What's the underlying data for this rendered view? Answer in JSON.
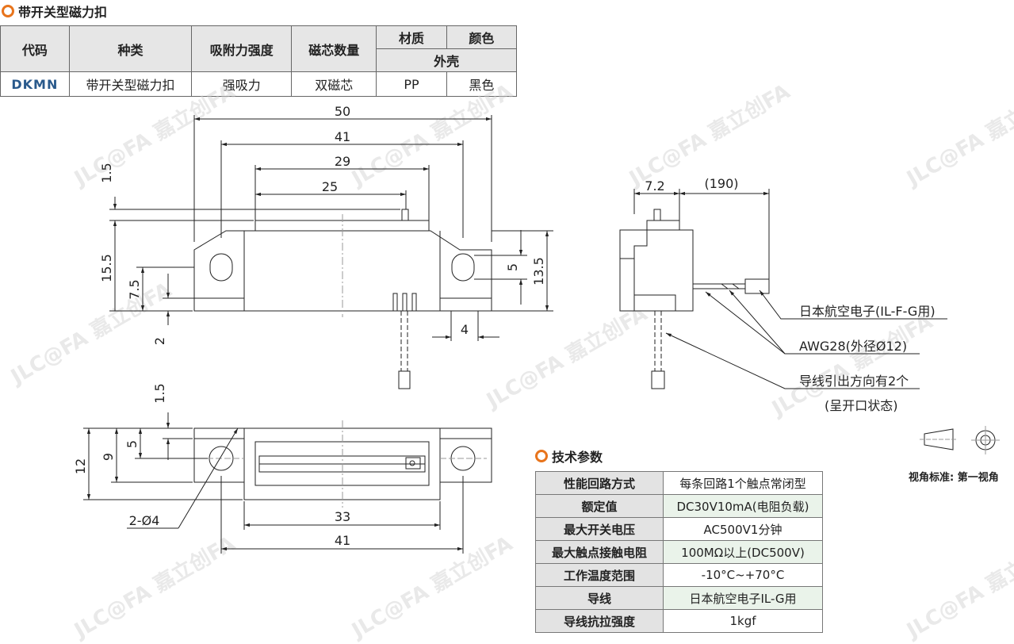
{
  "title": "带开关型磁力扣",
  "spec_table": {
    "headers": {
      "code": "代码",
      "kind": "种类",
      "force": "吸附力强度",
      "cores": "磁芯数量",
      "material": "材质",
      "color": "颜色",
      "shell": "外壳"
    },
    "row": {
      "code": "DKMN",
      "kind": "带开关型磁力扣",
      "force": "强吸力",
      "cores": "双磁芯",
      "material": "PP",
      "color": "黑色"
    }
  },
  "dims_front": {
    "d50": "50",
    "d41": "41",
    "d29": "29",
    "d25": "25",
    "d1_5": "1.5",
    "d15_5": "15.5",
    "d7_5": "7.5",
    "d2": "2",
    "d5": "5",
    "d13_5": "13.5",
    "d4": "4"
  },
  "dims_top": {
    "d1_5": "1.5",
    "d5": "5",
    "d9": "9",
    "d12": "12",
    "hole": "2-Ø4",
    "d33": "33",
    "d41": "41"
  },
  "dims_side": {
    "d7_2": "7.2",
    "d190": "(190)"
  },
  "callouts": {
    "connector": "日本航空电子(IL-F-G用)",
    "wire": "AWG28(外径Ø12)",
    "lead_dir": "导线引出方向有2个",
    "state": "(呈开口状态)"
  },
  "projection": {
    "label": "视角标准: 第一视角"
  },
  "tech_title": "技术参数",
  "tech_params": [
    {
      "k": "性能回路方式",
      "v": "每条回路1个触点常闭型"
    },
    {
      "k": "额定值",
      "v": "DC30V10mA(电阻负载)"
    },
    {
      "k": "最大开关电压",
      "v": "AC500V1分钟"
    },
    {
      "k": "最大触点接触电阻",
      "v": "100MΩ以上(DC500V)"
    },
    {
      "k": "工作温度范围",
      "v": "-10°C~+70°C"
    },
    {
      "k": "导线",
      "v": "日本航空电子IL-G用"
    },
    {
      "k": "导线抗拉强度",
      "v": "1kgf"
    }
  ],
  "watermark": {
    "text": "JLC@FA 嘉立创FA"
  }
}
